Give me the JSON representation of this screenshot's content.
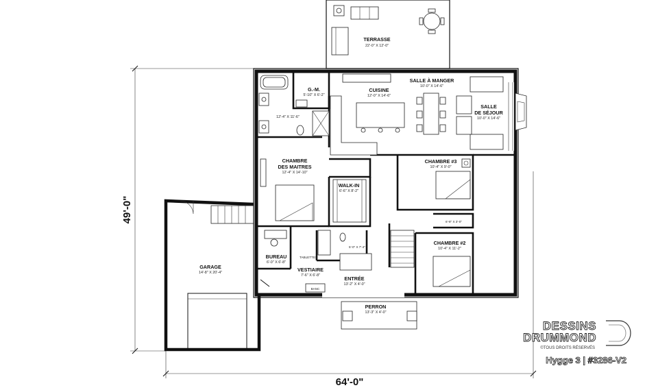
{
  "rooms": {
    "terrasse": {
      "name": "TERRASSE",
      "dims": "22'-0\" X 12'-0\""
    },
    "salle_a_manger": {
      "name": "SALLE À MANGER",
      "dims": "10'-0\" X 14'-6\""
    },
    "gm": {
      "name": "G.-M.",
      "dims": "5'-10\" X 6'-2\""
    },
    "cuisine": {
      "name": "CUISINE",
      "dims": "12'-0\" X 14'-6\""
    },
    "salle_de_sejour": {
      "name_line1": "SALLE",
      "name_line2": "DE SÉJOUR",
      "dims": "10'-0\" X 14'-6\""
    },
    "bath": {
      "dims": "12'-4\" X 11'-6\""
    },
    "chambre_maitres": {
      "name_line1": "CHAMBRE",
      "name_line2": "DES MAITRES",
      "dims": "12'-4\" X 14'-10\""
    },
    "walk_in": {
      "name": "WALK-IN",
      "dims": "6'-6\" X 8'-2\""
    },
    "chambre3": {
      "name": "CHAMBRE #3",
      "dims": "10'-4\" X 9'-0\""
    },
    "closet2": {
      "dims": "6'-8\" X 3'-0\""
    },
    "chambre2": {
      "name": "CHAMBRE #2",
      "dims": "10'-4\" X 11'-2\""
    },
    "garage": {
      "name": "GARAGE",
      "dims": "14'-8\" X 20'-4\""
    },
    "bureau": {
      "name": "BUREAU",
      "dims": "6'-0\" X 6'-8\""
    },
    "wc": {
      "dims": "5'-0\" X 7'-4\""
    },
    "vestiaire": {
      "name": "VESTIAIRE",
      "dims": "7'-6\" X 6'-8\""
    },
    "entree": {
      "name": "ENTRÉE",
      "dims": "13'-2\" X 4'-0\""
    },
    "perron": {
      "name": "PERRON",
      "dims": "13'-3\" X 4'-0\""
    }
  },
  "labels": {
    "tablettes": "TABLETTES",
    "banc": "BANC"
  },
  "dimensions": {
    "height": "49'-0\"",
    "width": "64'-0\""
  },
  "branding": {
    "line1": "DESSINS",
    "line2": "DRUMMOND",
    "rights": "©TOUS DROITS RÉSERVÉS",
    "logo_letter": "D"
  },
  "caption": "Hygge 3 | #3286-V2"
}
